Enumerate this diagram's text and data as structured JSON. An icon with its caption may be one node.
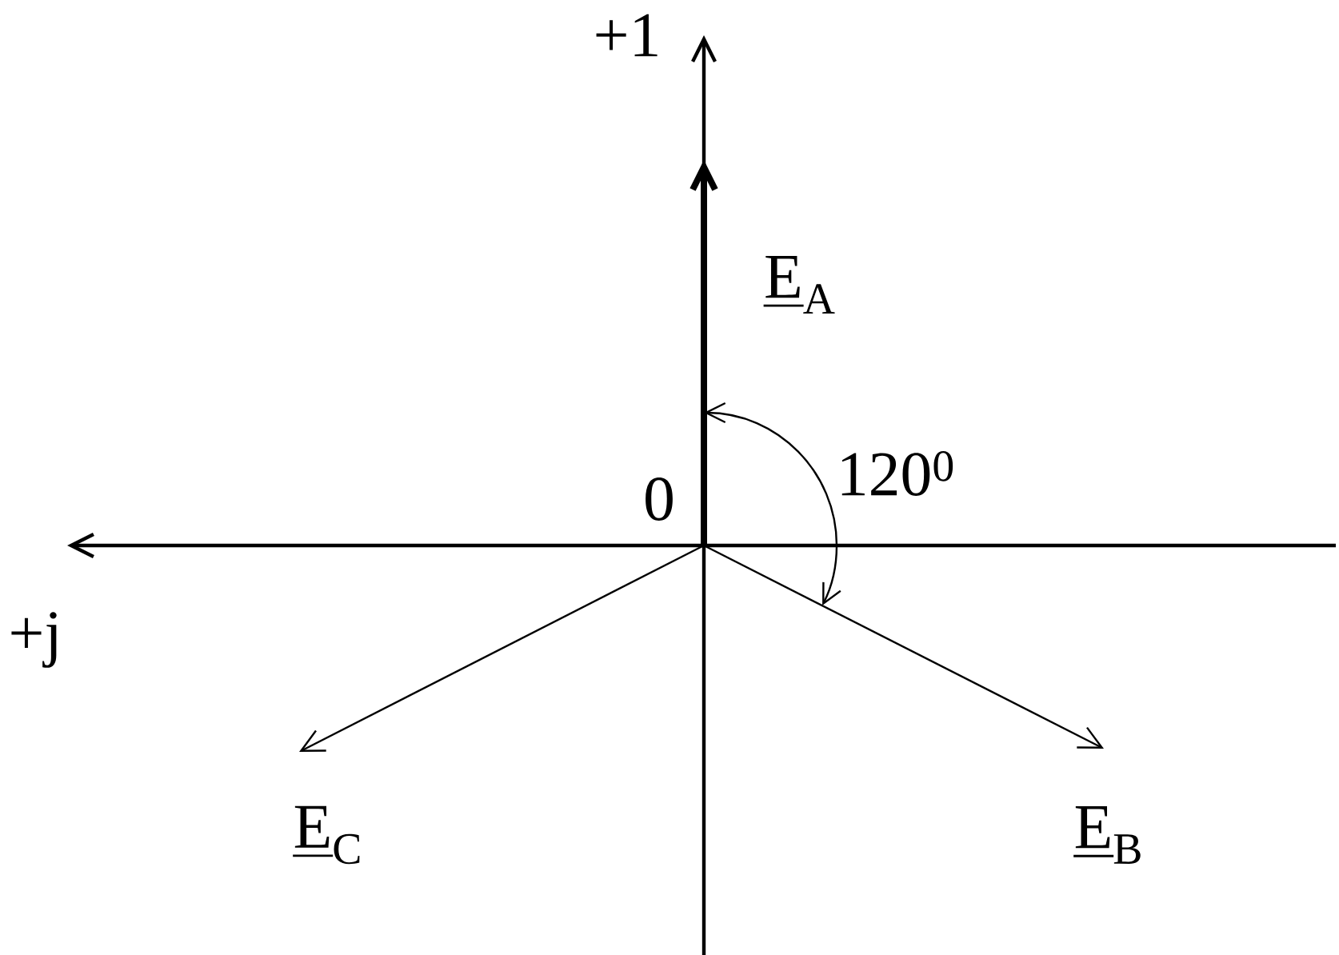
{
  "diagram": {
    "labels": [
      "+1",
      "E$_{A}$",
      "120$^{0}$",
      "0",
      "+j",
      "E$_{C}$",
      "E$_{B}$"
    ]
  }
}
